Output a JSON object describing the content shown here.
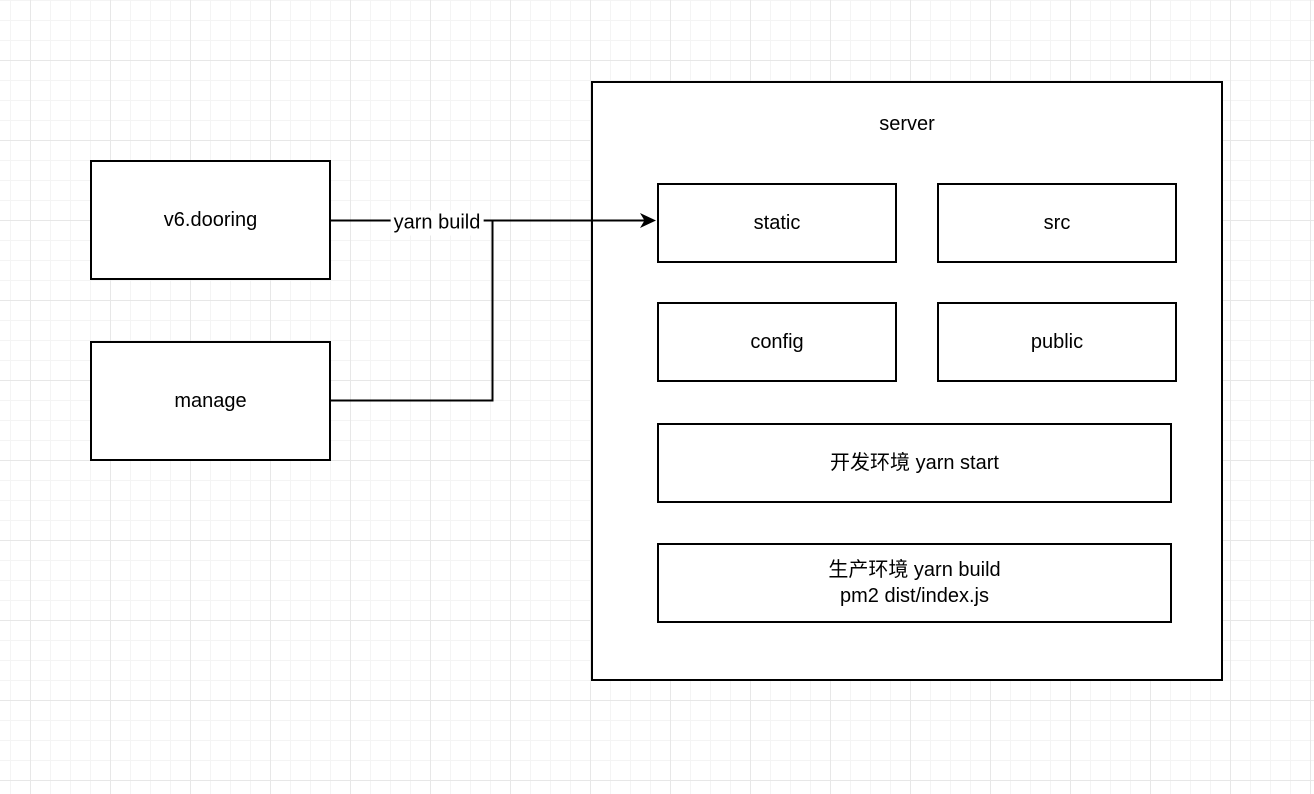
{
  "diagram": {
    "nodes": {
      "v6dooring": "v6.dooring",
      "manage": "manage",
      "server": "server",
      "static": "static",
      "src": "src",
      "config": "config",
      "public": "public",
      "dev_env": "开发环境 yarn start",
      "prod_env_line1": "生产环境 yarn build",
      "prod_env_line2": "pm2 dist/index.js"
    },
    "edge_labels": {
      "yarn_build": "yarn build"
    },
    "colors": {
      "stroke": "#000000",
      "box_fill": "#ffffff",
      "canvas_background": "#ffffff",
      "grid_minor": "#f4f4f4",
      "grid_major": "#e7e7e7"
    }
  }
}
